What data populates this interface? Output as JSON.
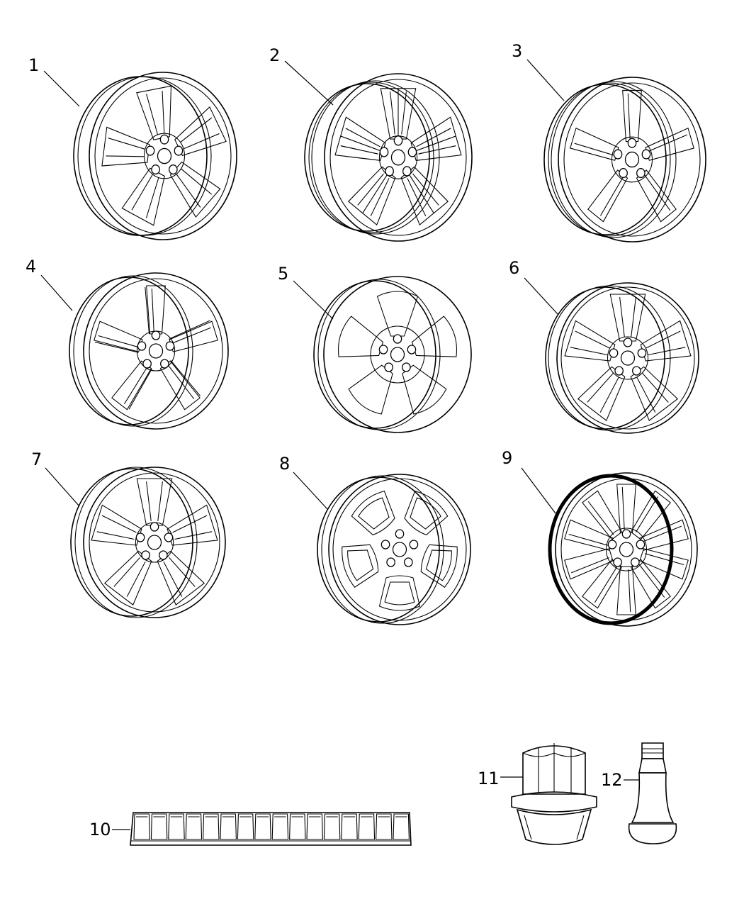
{
  "diagram": {
    "parts": [
      {
        "id": "1",
        "label": "1",
        "kind": "wheel-five-blade"
      },
      {
        "id": "2",
        "label": "2",
        "kind": "wheel-split-spoke"
      },
      {
        "id": "3",
        "label": "3",
        "kind": "wheel-five-spoke-srt"
      },
      {
        "id": "4",
        "label": "4",
        "kind": "wheel-five-spoke-deep"
      },
      {
        "id": "5",
        "label": "5",
        "kind": "wheel-five-paddle"
      },
      {
        "id": "6",
        "label": "6",
        "kind": "wheel-five-spoke-split"
      },
      {
        "id": "7",
        "label": "7",
        "kind": "wheel-five-spoke-beveled"
      },
      {
        "id": "8",
        "label": "8",
        "kind": "wheel-five-window"
      },
      {
        "id": "9",
        "label": "9",
        "kind": "wheel-ten-spoke-dark"
      },
      {
        "id": "10",
        "label": "10",
        "kind": "wheel-weight-strip"
      },
      {
        "id": "11",
        "label": "11",
        "kind": "lug-nut"
      },
      {
        "id": "12",
        "label": "12",
        "kind": "valve-stem"
      }
    ],
    "colors": {
      "line": "#000000",
      "background": "#ffffff"
    }
  }
}
